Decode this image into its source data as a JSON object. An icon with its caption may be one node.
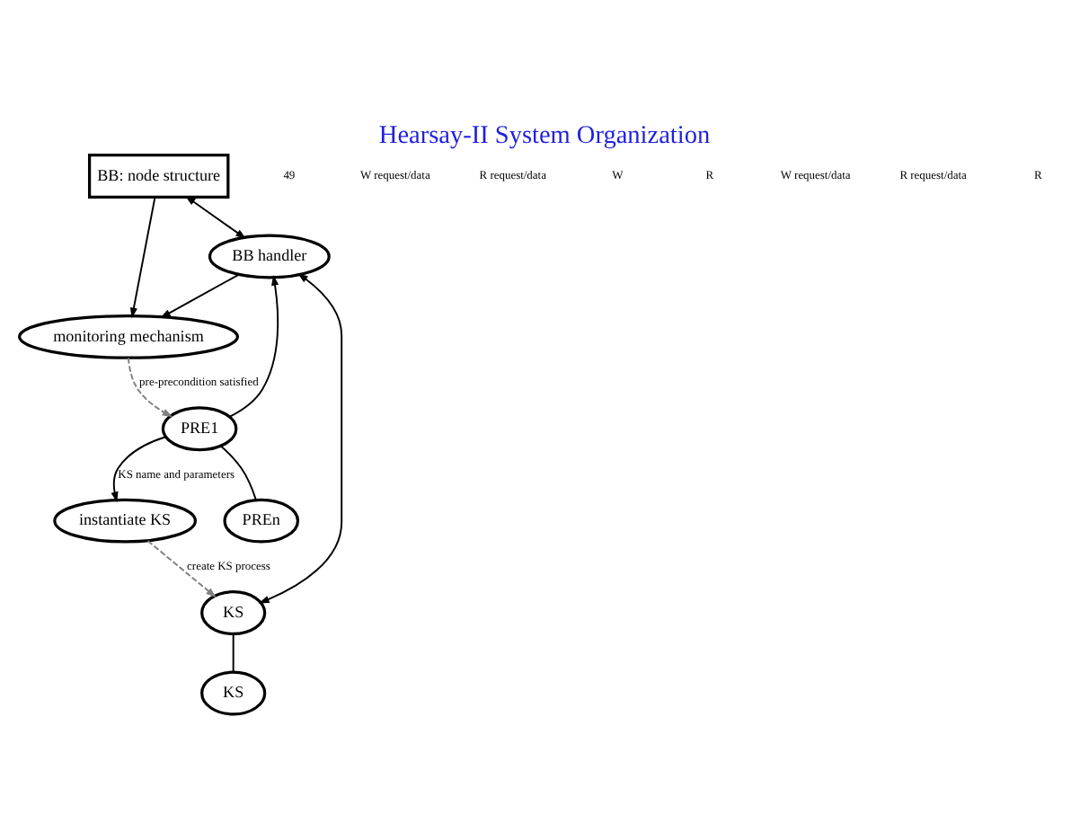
{
  "diagram": {
    "title": "Hearsay-II System Organization",
    "nodes": [
      {
        "text": [
          "BB: node structure"
        ]
      },
      {
        "text": [
          "KS"
        ]
      },
      {
        "text": [
          "BB handler"
        ]
      },
      {
        "text": [
          "KS"
        ]
      },
      {
        "text": [
          "instantiate KS"
        ]
      },
      {
        "text": [
          "monitoring mechanism"
        ]
      },
      {
        "text": [
          "PRE1"
        ]
      },
      {
        "text": [
          "PREn"
        ]
      }
    ],
    "edges": [
      {
        "from": 2,
        "to": 1,
        "arrow": "both"
      },
      {
        "from": 1,
        "to": 3,
        "arrow": "none"
      },
      {
        "from": 0,
        "to": 2,
        "arrow": "both"
      },
      {
        "from": 2,
        "to": 5,
        "arrow": "to"
      },
      {
        "from": 0,
        "to": 5,
        "arrow": "to"
      },
      {
        "from": 6,
        "to": 2,
        "arrow": "to"
      },
      {
        "from": 4,
        "to": 1,
        "arrow": "to",
        "label": "create KS process",
        "style": "dashed",
        "color": "#808080"
      },
      {
        "from": 6,
        "to": 4,
        "arrow": "to",
        "label": "KS name and parameters"
      },
      {
        "from": 5,
        "to": 6,
        "arrow": "to",
        "label": "pre-precondition satisfied",
        "style": "dashed",
        "color": "#808080"
      },
      {
        "from": 6,
        "to": 7,
        "arrow": "none"
      }
    ],
    "labels": [
      "49",
      "W request/data",
      "R request/data",
      "W",
      "R",
      "W request/data",
      "R request/data",
      "R"
    ]
  }
}
